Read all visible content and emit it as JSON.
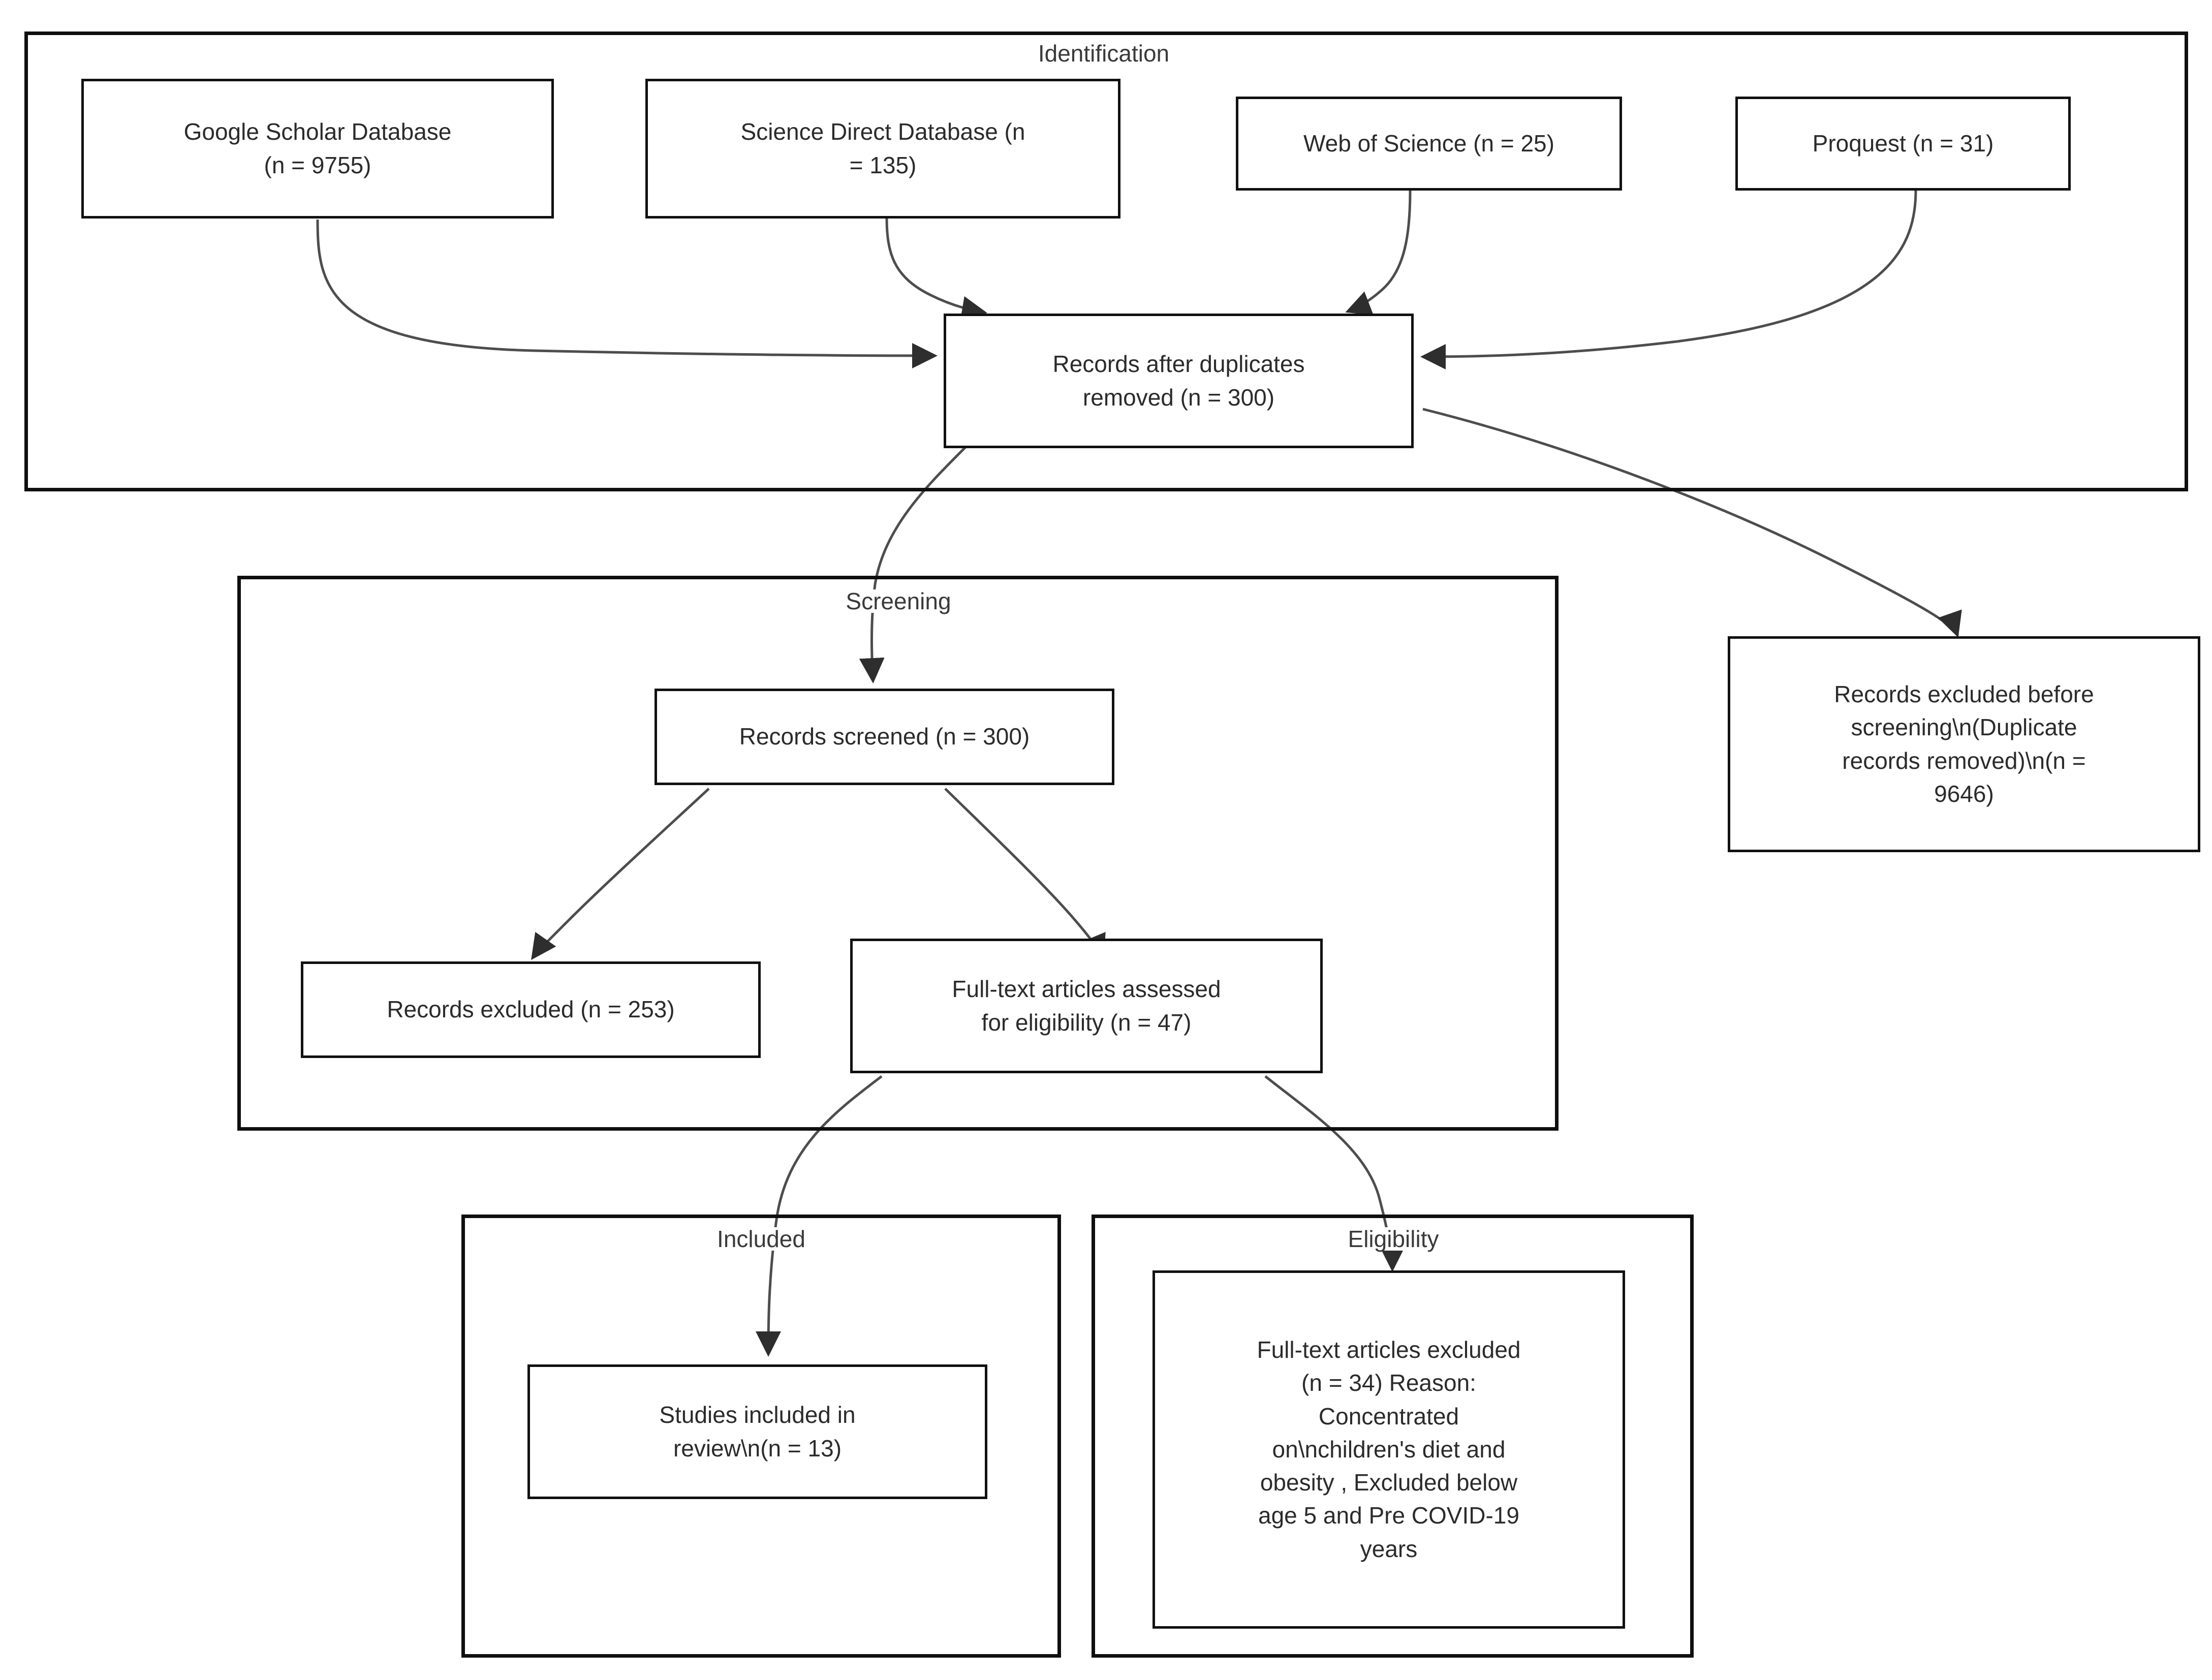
{
  "diagram": {
    "type": "prisma-flow-diagram",
    "clusters": [
      {
        "id": "identification",
        "label": "Identification"
      },
      {
        "id": "screening",
        "label": "Screening"
      },
      {
        "id": "included",
        "label": "Included"
      },
      {
        "id": "eligibility",
        "label": "Eligibility"
      }
    ],
    "nodes": {
      "google_scholar": {
        "label": "Google Scholar Database\n(n = 9755)",
        "line1": "Google Scholar Database",
        "line2": "(n = 9755)"
      },
      "science_direct": {
        "label": "Science Direct Database (n\n= 135)",
        "line1": "Science Direct Database (n",
        "line2": "= 135)"
      },
      "web_of_science": {
        "label": "Web of Science (n = 25)",
        "line1": "Web of Science (n = 25)",
        "line2": ""
      },
      "proquest": {
        "label": "Proquest (n = 31)",
        "line1": "Proquest (n = 31)",
        "line2": ""
      },
      "records_after_dup": {
        "label": "Records after duplicates\nremoved (n = 300)",
        "line1": "Records after duplicates",
        "line2": "removed (n = 300)"
      },
      "records_excluded_before": {
        "label": "Records excluded before screening\\n(Duplicate records removed)\\n(n = 9646)",
        "line1": "Records excluded before",
        "line2": "screening\\n(Duplicate",
        "line3": "records removed)\\n(n =",
        "line4": "9646)"
      },
      "records_screened": {
        "label": "Records screened (n = 300)",
        "line1": "Records screened (n = 300)",
        "line2": ""
      },
      "records_excluded": {
        "label": "Records excluded (n = 253)",
        "line1": "Records excluded (n = 253)",
        "line2": ""
      },
      "fulltext_assessed": {
        "label": "Full-text articles assessed\nfor eligibility (n = 47)",
        "line1": "Full-text articles assessed",
        "line2": "for eligibility (n = 47)"
      },
      "studies_included": {
        "label": "Studies included in review\\n(n = 13)",
        "line1": "Studies included in",
        "line2": "review\\n(n = 13)"
      },
      "fulltext_excluded": {
        "label": "Full-text articles excluded (n = 34) Reason: Concentrated on\\nchildren's diet and obesity , Excluded below age 5 and Pre COVID-19 years",
        "line1": "Full-text articles excluded",
        "line2": "(n = 34) Reason:",
        "line3": "Concentrated",
        "line4": "on\\nchildren's diet and",
        "line5": "obesity , Excluded below",
        "line6": "age 5 and Pre COVID-19",
        "line7": "years"
      }
    },
    "counts": {
      "google_scholar": 9755,
      "science_direct": 135,
      "web_of_science": 25,
      "proquest": 31,
      "records_after_duplicates": 300,
      "records_excluded_before_screening": 9646,
      "records_screened": 300,
      "records_excluded": 253,
      "fulltext_assessed": 47,
      "fulltext_excluded": 34,
      "studies_included": 13
    },
    "colors": {
      "node_border": "#111111",
      "cluster_border": "#0f0f0f",
      "node_fill": "#ffffff",
      "text": "#2b2b2b",
      "label_text": "#3a3a3a",
      "edge": "#4d4d4d"
    }
  }
}
